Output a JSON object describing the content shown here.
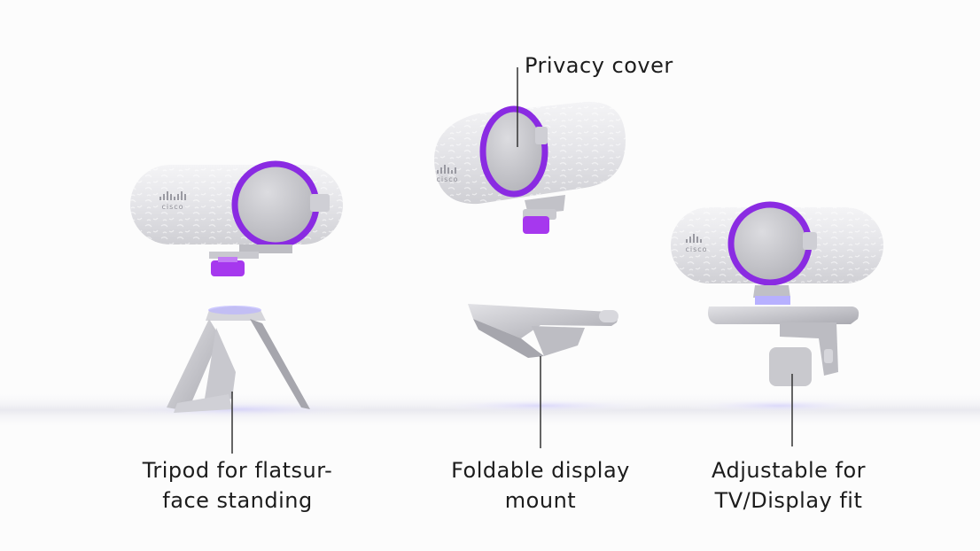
{
  "colors": {
    "accent": "#8a2be2",
    "body": "#e6e6ea",
    "mount": "#bebec4",
    "text": "#1c1c1c"
  },
  "callouts": {
    "privacy_cover": "Privacy cover",
    "tripod": {
      "line1": "Tripod for flatsur-",
      "line2": "face standing"
    },
    "mount": {
      "line1": "Foldable display",
      "line2": "mount"
    },
    "adjustable": {
      "line1": "Adjustable for",
      "line2": "TV/Display fit"
    }
  },
  "brand_logo": "cisco",
  "icons": [
    "webcam",
    "privacy-shutter",
    "tripod",
    "display-mount"
  ]
}
